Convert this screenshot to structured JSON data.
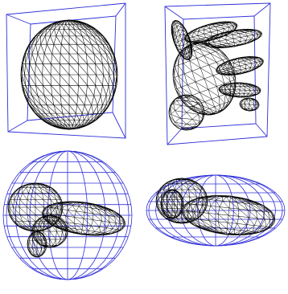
{
  "colors": {
    "background": "#ffffff",
    "mesh": "#000000",
    "bounding_volume": "#3030d8"
  },
  "panels": [
    {
      "subject": "sphere-mesh",
      "bounding_volume": "box"
    },
    {
      "subject": "hand-mesh",
      "bounding_volume": "box"
    },
    {
      "subject": "bone-mesh",
      "bounding_volume": "sphere"
    },
    {
      "subject": "bone-mesh",
      "bounding_volume": "ellipsoid"
    }
  ]
}
